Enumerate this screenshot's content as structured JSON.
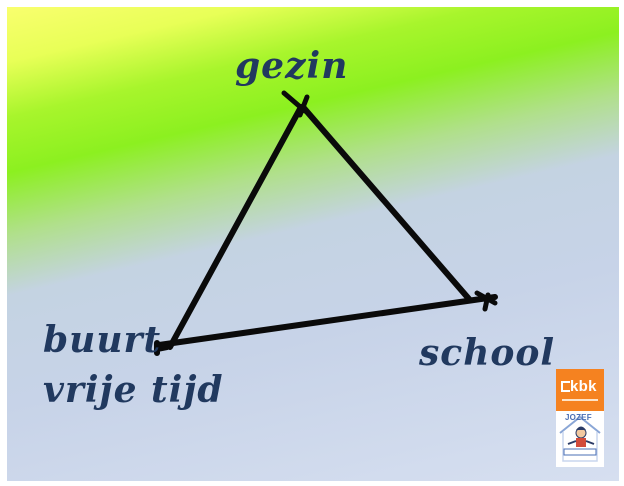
{
  "diagram": {
    "type": "triangle",
    "stroke_color": "#0a0a0a",
    "label_color": "#21395f",
    "nodes": {
      "top": "gezin",
      "bottom_right": "school",
      "bottom_left": [
        "buurt",
        "vrije tijd"
      ]
    }
  },
  "logo": {
    "brand": "kbk",
    "sub_brand": "JOZEF",
    "colors": {
      "accent": "#f58220",
      "secondary": "#4a6fb5"
    }
  }
}
